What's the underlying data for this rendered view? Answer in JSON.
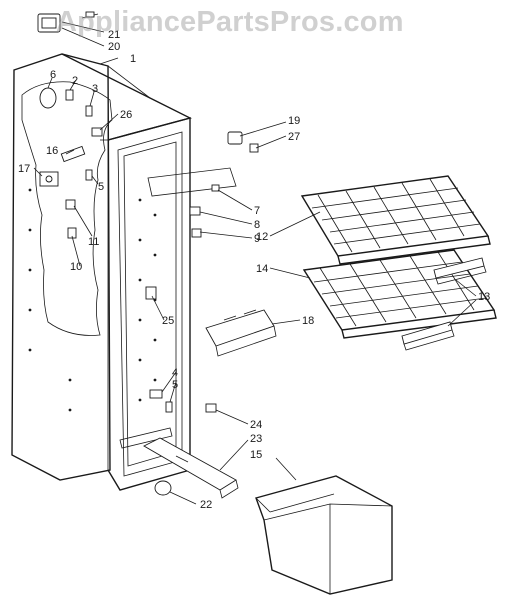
{
  "watermark": "AppliancePartsPros.com",
  "callouts": {
    "c1": "1",
    "c2": "2",
    "c3": "3",
    "c4": "4",
    "c5a": "5",
    "c5b": "5",
    "c6": "6",
    "c7": "7",
    "c8": "8",
    "c9": "9",
    "c10": "10",
    "c11": "11",
    "c12": "12",
    "c13": "13",
    "c14": "14",
    "c15": "15",
    "c16": "16",
    "c17": "17",
    "c18": "18",
    "c19": "19",
    "c20": "20",
    "c21": "21",
    "c22": "22",
    "c23": "23",
    "c24": "24",
    "c25": "25",
    "c26": "26",
    "c27": "27"
  }
}
